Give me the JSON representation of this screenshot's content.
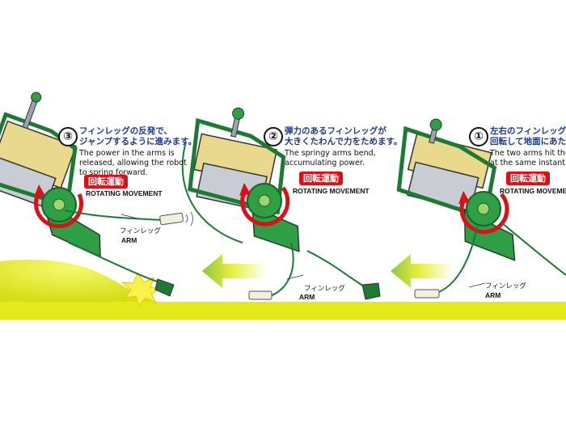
{
  "colors": {
    "ground": "#e3ea1a",
    "body_green": "#2f9f45",
    "dark_green": "#1c7a33",
    "motor_grey": "#c8cdd4",
    "battery_yellow": "#e8d98c",
    "red": "#d8111b",
    "text_blue": "#1b3a8c"
  },
  "steps": [
    {
      "number": "③",
      "jp_lines": [
        "フィンレッグの反発で、",
        "ジャンプするように進みます。"
      ],
      "en_lines": [
        "The power in the arms is",
        "released, allowing the robot",
        "to spring forward."
      ]
    },
    {
      "number": "②",
      "jp_lines": [
        "弾力のあるフィンレッグが",
        "大きくたわんで力をためます。"
      ],
      "en_lines": [
        "The springy arms bend,",
        "accumulating power."
      ]
    },
    {
      "number": "①",
      "jp_lines": [
        "左右のフィンレッグが同時",
        "回転して地面にあたり"
      ],
      "en_lines": [
        "The two arms hit the grou",
        "at the same instant."
      ]
    }
  ],
  "rotation_label_jp": "回転運動",
  "rotation_label_en": "ROTATING MOVEMENT",
  "arm_label_jp": "フィンレッグ",
  "arm_label_en": "ARM",
  "icons": [
    "arrow-left-icon",
    "rotation-arrow-icon",
    "impact-burst-icon"
  ]
}
